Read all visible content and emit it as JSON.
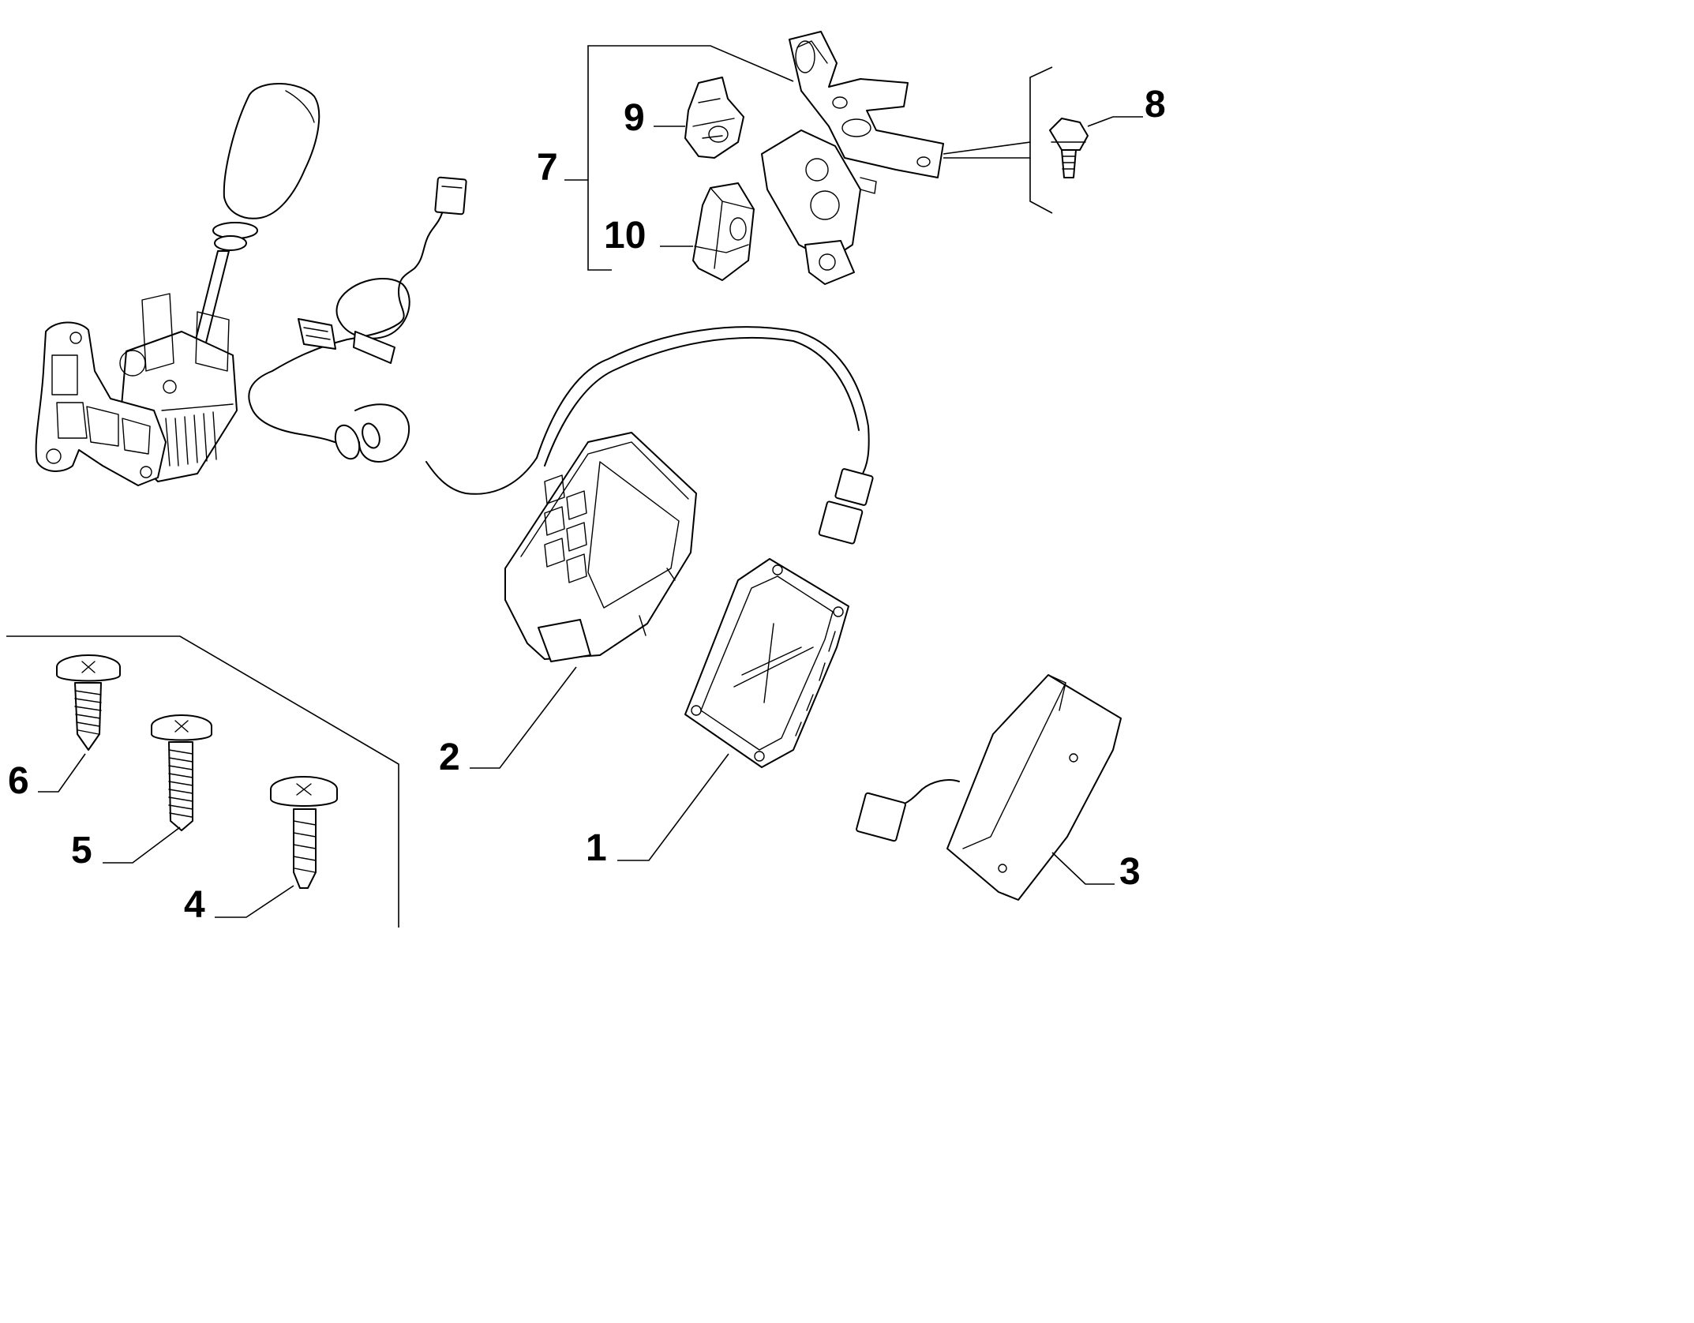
{
  "diagram": {
    "callouts": [
      {
        "id": "1",
        "text": "1"
      },
      {
        "id": "2",
        "text": "2"
      },
      {
        "id": "3",
        "text": "3"
      },
      {
        "id": "4",
        "text": "4"
      },
      {
        "id": "5",
        "text": "5"
      },
      {
        "id": "6",
        "text": "6"
      },
      {
        "id": "7",
        "text": "7"
      },
      {
        "id": "8",
        "text": "8"
      },
      {
        "id": "9",
        "text": "9"
      },
      {
        "id": "10",
        "text": "10"
      }
    ],
    "parts": [
      {
        "ref": "1",
        "icon": "control-unit-module"
      },
      {
        "ref": "2",
        "icon": "control-unit-housing-with-cable"
      },
      {
        "ref": "3",
        "icon": "bracket-cover"
      },
      {
        "ref": "4",
        "icon": "flange-screw-long"
      },
      {
        "ref": "5",
        "icon": "flange-screw-medium"
      },
      {
        "ref": "6",
        "icon": "flange-screw-short"
      },
      {
        "ref": "7",
        "icon": "bracket-assembly"
      },
      {
        "ref": "8",
        "icon": "hex-bolt"
      },
      {
        "ref": "9",
        "icon": "retaining-clip"
      },
      {
        "ref": "10",
        "icon": "connector-clip"
      }
    ],
    "unlabeled": [
      {
        "icon": "gear-lever-with-knob"
      },
      {
        "icon": "wiring-harness"
      }
    ]
  }
}
